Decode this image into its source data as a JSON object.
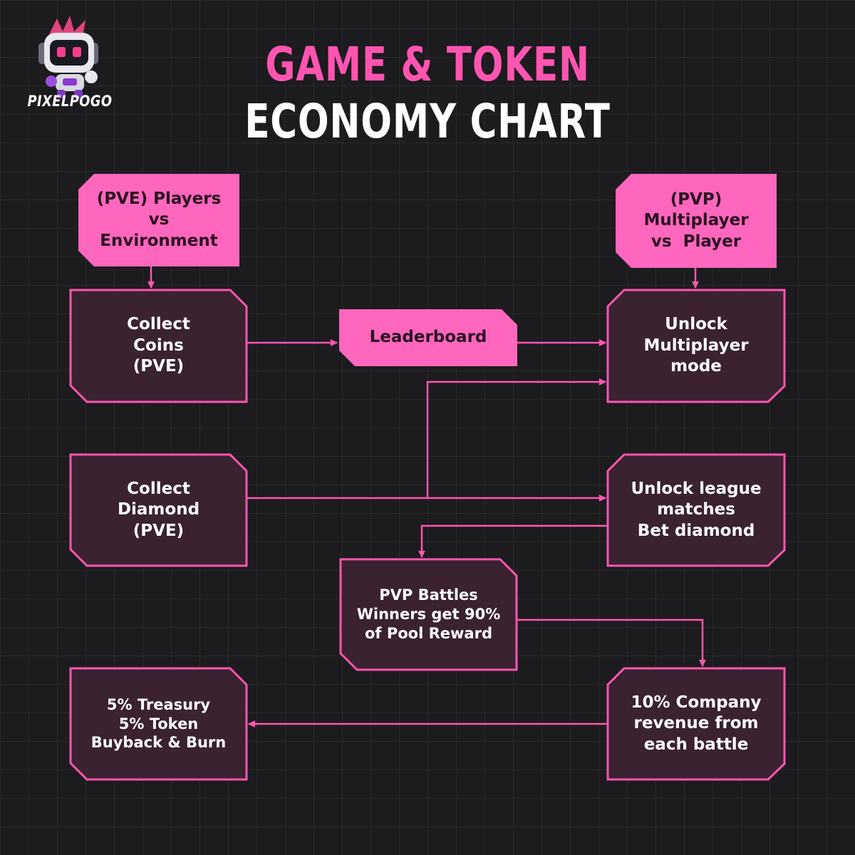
{
  "brand": {
    "name": "PIXELPOGO"
  },
  "header": {
    "title_line1": "GAME & TOKEN",
    "title_line2": "ECONOMY CHART"
  },
  "colors": {
    "background": "#1c1b1e",
    "accent_pink": "#ff55b0",
    "node_fill_dark": "#3a2230",
    "node_border": "#ff55b0",
    "text_light": "#ffffff",
    "text_dark": "#2a1320"
  },
  "nodes": {
    "pve": {
      "lines": [
        "(PVE) Players",
        "vs",
        "Environment"
      ]
    },
    "pvp": {
      "lines": [
        "(PVP)",
        "Multiplayer",
        "vs  Player"
      ]
    },
    "collect_coins": {
      "lines": [
        "Collect",
        "Coins",
        "(PVE)"
      ]
    },
    "leaderboard": {
      "lines": [
        "Leaderboard"
      ]
    },
    "unlock_multiplayer": {
      "lines": [
        "Unlock",
        "Multiplayer",
        "mode"
      ]
    },
    "collect_diamond": {
      "lines": [
        "Collect",
        "Diamond",
        "(PVE)"
      ]
    },
    "unlock_league": {
      "lines": [
        "Unlock league",
        "matches",
        "Bet diamond"
      ]
    },
    "pvp_battles": {
      "lines": [
        "PVP Battles",
        "Winners get 90%",
        "of Pool Reward"
      ]
    },
    "treasury": {
      "lines": [
        "5% Treasury",
        "5% Token",
        "Buyback & Burn"
      ]
    },
    "company_revenue": {
      "lines": [
        "10% Company",
        "revenue from",
        "each battle"
      ]
    }
  }
}
